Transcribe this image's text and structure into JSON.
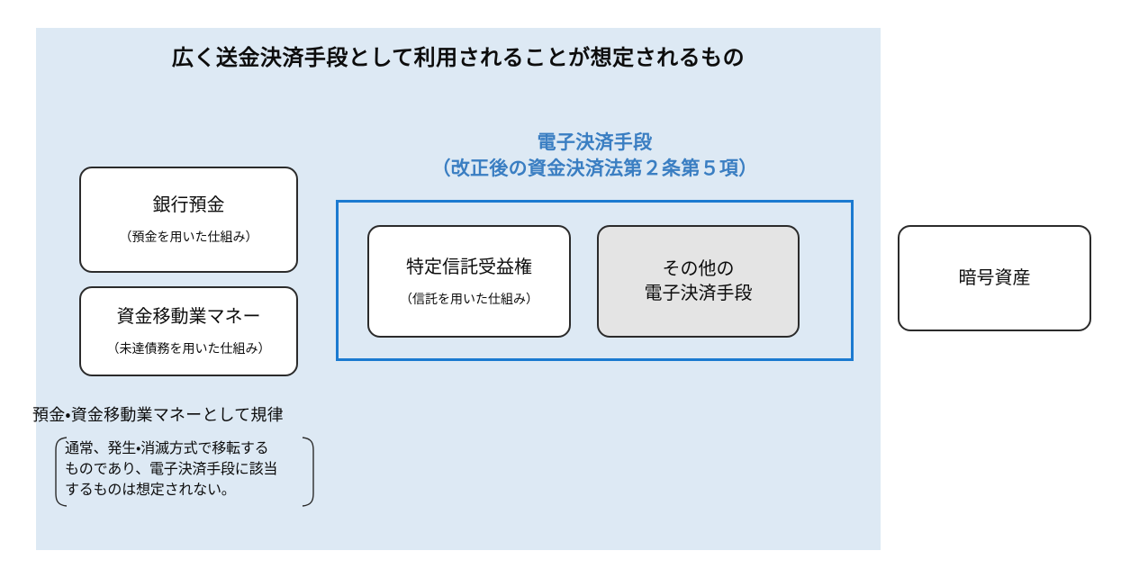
{
  "figure": {
    "title": "広く送金決済手段として利用されることが想定されるもの",
    "panel_color": "#dde9f4",
    "accent_blue": "#1b7ad0",
    "heading_blue": "#3a7ec2",
    "shaded_fill": "#e4e4e4"
  },
  "section": {
    "heading_line1": "電子決済手段",
    "heading_line2": "（改正後の資金決済法第２条第５項）"
  },
  "boxes": {
    "bank_deposit": {
      "title": "銀行預金",
      "subtitle": "（預金を用いた仕組み）"
    },
    "funds_transfer_money": {
      "title": "資金移動業マネー",
      "subtitle": "（未達債務を用いた仕組み）"
    },
    "trust_beneficial_interest": {
      "title": "特定信託受益権",
      "subtitle": "（信託を用いた仕組み）"
    },
    "other_electronic_payment_means": {
      "title_line1": "その他の",
      "title_line2": "電子決済手段"
    },
    "crypto_asset": {
      "title": "暗号資産"
    }
  },
  "annotations": {
    "regulation_caption": "預金・資金移動業マネーとして規律",
    "note_line1": "通常、発生・消滅方式で移転する",
    "note_line2": "ものであり、電子決済手段に該当",
    "note_line3": "するものは想定されない。"
  }
}
